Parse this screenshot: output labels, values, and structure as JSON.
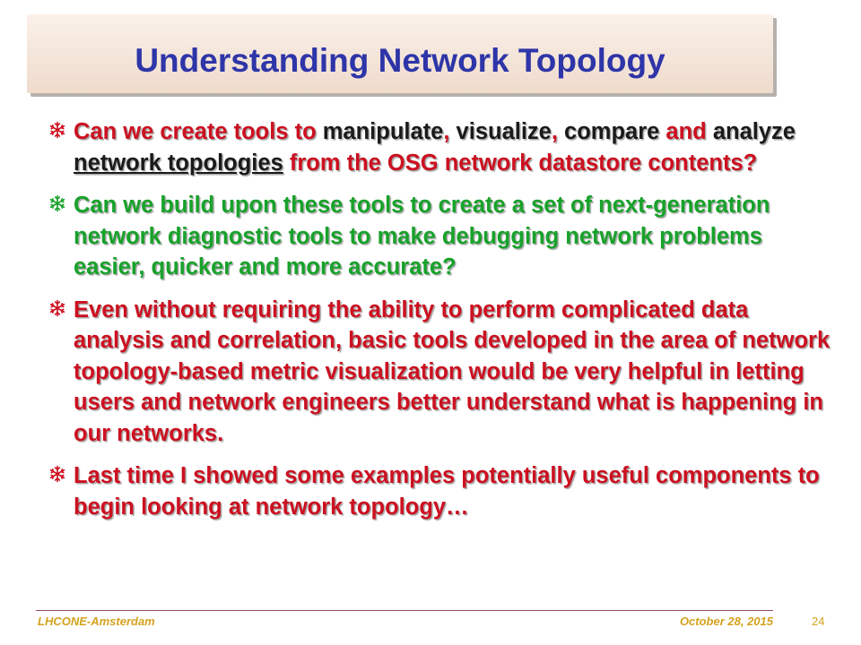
{
  "slide": {
    "title": "Understanding Network Topology",
    "bullets": [
      {
        "color": "#cc1020",
        "parts": [
          {
            "t": "Can we create tools to "
          },
          {
            "t": "manipulate",
            "s": "black"
          },
          {
            "t": ", "
          },
          {
            "t": "visualize",
            "s": "black"
          },
          {
            "t": ", "
          },
          {
            "t": "compare",
            "s": "black"
          },
          {
            "t": " and "
          },
          {
            "t": "analyze",
            "s": "black"
          },
          {
            "t": " "
          },
          {
            "t": "network topologies",
            "s": "black-underline"
          },
          {
            "t": " from the OSG network datastore contents?"
          }
        ]
      },
      {
        "color": "#17a22a",
        "parts": [
          {
            "t": "Can we build upon these tools to create a set of next-generation network diagnostic tools to make debugging network problems easier, quicker and more accurate?"
          }
        ]
      },
      {
        "color": "#cc1020",
        "parts": [
          {
            "t": "Even without requiring the ability to perform complicated data analysis and correlation, basic tools developed in the area of network topology-based metric visualization would be very helpful in letting users and network engineers better understand what is happening in our networks."
          }
        ]
      },
      {
        "color": "#cc1020",
        "parts": [
          {
            "t": "Last time I showed some examples potentially useful components to begin looking at network topology…"
          }
        ]
      }
    ]
  },
  "footer": {
    "left": "LHCONE-Amsterdam",
    "date": "October 28, 2015",
    "page": "24"
  },
  "icons": {
    "bullet": "snowflake-icon"
  },
  "colors": {
    "title": "#2e35a8",
    "footer": "#d4a21f",
    "red": "#cc1020",
    "green": "#17a22a"
  }
}
